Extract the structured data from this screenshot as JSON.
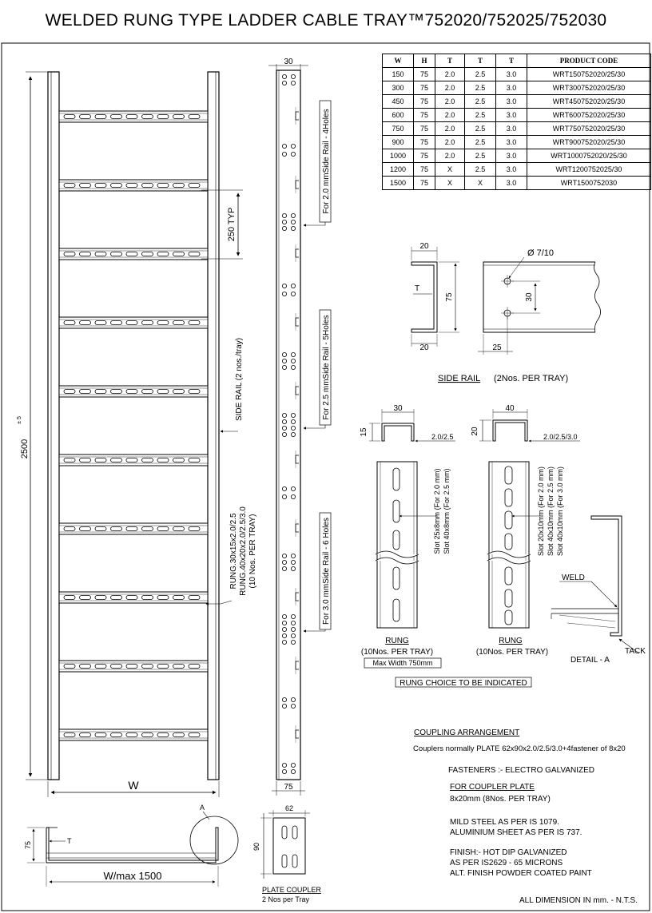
{
  "title": "WELDED RUNG TYPE LADDER CABLE TRAY™752020/752025/752030",
  "table": {
    "headers": [
      "W",
      "H",
      "T",
      "T",
      "T",
      "PRODUCT CODE"
    ],
    "rows": [
      [
        "150",
        "75",
        "2.0",
        "2.5",
        "3.0",
        "WRT150752020/25/30"
      ],
      [
        "300",
        "75",
        "2.0",
        "2.5",
        "3.0",
        "WRT300752020/25/30"
      ],
      [
        "450",
        "75",
        "2.0",
        "2.5",
        "3.0",
        "WRT450752020/25/30"
      ],
      [
        "600",
        "75",
        "2.0",
        "2.5",
        "3.0",
        "WRT600752020/25/30"
      ],
      [
        "750",
        "75",
        "2.0",
        "2.5",
        "3.0",
        "WRT750752020/25/30"
      ],
      [
        "900",
        "75",
        "2.0",
        "2.5",
        "3.0",
        "WRT900752020/25/30"
      ],
      [
        "1000",
        "75",
        "2.0",
        "2.5",
        "3.0",
        "WRT1000752020/25/30"
      ],
      [
        "1200",
        "75",
        "X",
        "2.5",
        "3.0",
        "WRT1200752025/30"
      ],
      [
        "1500",
        "75",
        "X",
        "X",
        "3.0",
        "WRT1500752030"
      ]
    ]
  },
  "ladder": {
    "length_label": "2500",
    "length_tol": "± 5",
    "width_label": "W",
    "rung_pitch": "250 TYP",
    "side_rail_label": "SIDE RAIL (2 nos./tray)",
    "rung_note": [
      "RUNG.30x15x2.0/2.5",
      "RUNG.40x20x2.0/2.5/3.0",
      "(10 Nos. PER TRAY)"
    ]
  },
  "side_rail_elevation": {
    "width_label": "30",
    "bottom_label": "75",
    "note_20": "For 2.0 mmSide Rail - 4Holes",
    "note_25": "For 2.5 mmSide Rail - 5Holes",
    "note_30": "For 3.0 mmSide Rail - 6 Holes"
  },
  "side_rail_section": {
    "top": "20",
    "bottom": "20",
    "height": "75",
    "thickness": "T",
    "hole_dia": "Ø 7/10",
    "hole_pitch": "30",
    "edge": "25",
    "caption": "SIDE RAIL",
    "caption_qty": "(2Nos. PER TRAY)"
  },
  "rung_a": {
    "width": "30",
    "height": "15",
    "thk": "2.0/2.5",
    "slot1": "Slot 25x8mm (For 2.0 mm)",
    "slot2": "Slot 40x8mm (For 2.5 mm)",
    "caption": "RUNG",
    "qty": "(10Nos. PER TRAY)",
    "max": "Max Width 750mm"
  },
  "rung_b": {
    "width": "40",
    "height": "20",
    "thk": "2.0/2.5/3.0",
    "slot1": "Slot 20x10mm (For 2.0 mm)",
    "slot2": "Slot 40x10mm (For 2.5 mm)",
    "slot3": "Slot 40x10mm (For 3.0 mm)",
    "caption": "RUNG",
    "qty": "(10Nos. PER TRAY)"
  },
  "rung_choice": "RUNG CHOICE TO BE INDICATED",
  "detail": {
    "weld": "WELD",
    "tack": "TACK",
    "caption": "DETAIL - A"
  },
  "section_view": {
    "height": "75",
    "thk": "T",
    "width": "W/max 1500",
    "callout": "A"
  },
  "plate": {
    "width": "62",
    "height": "90",
    "caption": "PLATE COUPLER",
    "qty": "2 Nos per Tray"
  },
  "notes": {
    "coupling_title": "COUPLING ARRANGEMENT",
    "coupling_text": "Couplers normally PLATE 62x90x2.0/2.5/3.0+4fastener of 8x20",
    "fasteners": "FASTENERS :- ELECTRO GALVANIZED",
    "coupler_title": "FOR COUPLER PLATE",
    "coupler_text": "8x20mm (8Nos. PER TRAY)",
    "mild": "MILD STEEL AS PER  IS 1079.",
    "alu": "ALUMINIUM SHEET AS PER IS 737.",
    "finish1": "FINISH:- HOT DIP GALVANIZED",
    "finish2": "AS PER IS2629 - 65 MICRONS",
    "finish3": "ALT. FINISH POWDER COATED PAINT",
    "dims": "ALL DIMENSION IN mm. - N.T.S."
  }
}
